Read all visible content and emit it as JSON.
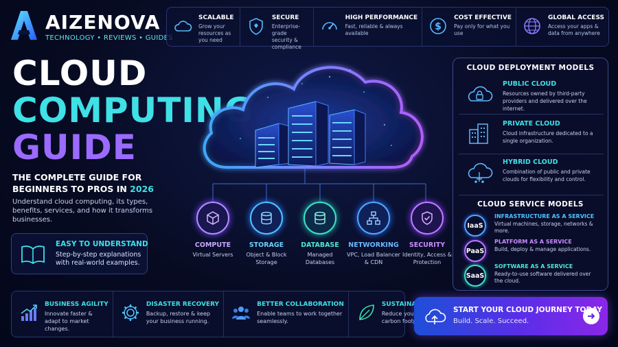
{
  "brand": {
    "name": "AIZENOVA",
    "tagline": "TECHNOLOGY • REVIEWS • GUIDES"
  },
  "top_features": [
    {
      "title": "SCALABLE",
      "desc": "Grow your resources as you need",
      "icon": "cloud-icon"
    },
    {
      "title": "SECURE",
      "desc": "Enterprise-grade security & compliance",
      "icon": "shield-icon"
    },
    {
      "title": "HIGH PERFORMANCE",
      "desc": "Fast, reliable & always available",
      "icon": "speedometer-icon"
    },
    {
      "title": "COST EFFECTIVE",
      "desc": "Pay only for what you use",
      "icon": "dollar-icon"
    },
    {
      "title": "GLOBAL ACCESS",
      "desc": "Access your apps & data from anywhere",
      "icon": "globe-icon"
    }
  ],
  "title": {
    "line1": "CLOUD",
    "line2": "COMPUTING",
    "line3": "GUIDE"
  },
  "subtitle": {
    "text": "THE COMPLETE GUIDE FOR BEGINNERS TO PROS IN",
    "year": "2026"
  },
  "intro": "Understand cloud computing, its types, benefits, services, and how it transforms businesses.",
  "easy": {
    "title": "EASY TO UNDERSTAND",
    "desc": "Step-by-step explanations with real-world examples."
  },
  "services": [
    {
      "title": "COMPUTE",
      "desc": "Virtual Servers",
      "color": "#b48cff",
      "icon": "cube-icon"
    },
    {
      "title": "STORAGE",
      "desc": "Object & Block Storage",
      "color": "#4fc3ff",
      "icon": "storage-icon"
    },
    {
      "title": "DATABASE",
      "desc": "Managed Databases",
      "color": "#3fe0c8",
      "icon": "database-icon"
    },
    {
      "title": "NETWORKING",
      "desc": "VPC, Load Balancer & CDN",
      "color": "#4fa8ff",
      "icon": "network-icon"
    },
    {
      "title": "SECURITY",
      "desc": "Identity, Access & Protection",
      "color": "#c07bff",
      "icon": "shield-check-icon"
    }
  ],
  "deployment": {
    "heading": "CLOUD DEPLOYMENT MODELS",
    "items": [
      {
        "title": "PUBLIC CLOUD",
        "desc": "Resources owned by third-party providers and delivered over the internet.",
        "icon": "cloud-lock-icon"
      },
      {
        "title": "PRIVATE CLOUD",
        "desc": "Cloud infrastructure dedicated to a single organization.",
        "icon": "buildings-icon"
      },
      {
        "title": "HYBRID CLOUD",
        "desc": "Combination of public and private clouds for flexibility and control.",
        "icon": "cloud-sync-icon"
      }
    ]
  },
  "service_models": {
    "heading": "CLOUD SERVICE MODELS",
    "items": [
      {
        "badge": "IaaS",
        "title": "INFRASTRUCTURE AS A SERVICE",
        "desc": "Virtual machines, storage, networks & more.",
        "color": "#4fa8ff"
      },
      {
        "badge": "PaaS",
        "title": "PLATFORM AS A SERVICE",
        "desc": "Build, deploy & manage applications.",
        "color": "#b77bff"
      },
      {
        "badge": "SaaS",
        "title": "SOFTWARE AS A SERVICE",
        "desc": "Ready-to-use software delivered over the cloud.",
        "color": "#3fe0c8"
      }
    ]
  },
  "benefits": [
    {
      "title": "BUSINESS AGILITY",
      "desc": "Innovate faster & adapt to market changes.",
      "icon": "growth-chart-icon"
    },
    {
      "title": "DISASTER RECOVERY",
      "desc": "Backup, restore & keep your business running.",
      "icon": "gear-icon"
    },
    {
      "title": "BETTER COLLABORATION",
      "desc": "Enable teams to work together seamlessly.",
      "icon": "team-icon"
    },
    {
      "title": "SUSTAINABLE",
      "desc": "Reduce your carbon footprint.",
      "icon": "leaf-icon"
    }
  ],
  "cta": {
    "title": "START YOUR CLOUD JOURNEY TODAY",
    "subtitle": "Build. Scale. Succeed.",
    "icon": "cloud-upload-icon"
  },
  "colors": {
    "accent_cyan": "#3fe0e6",
    "accent_purple": "#9b6bff",
    "background": "#070b22"
  }
}
